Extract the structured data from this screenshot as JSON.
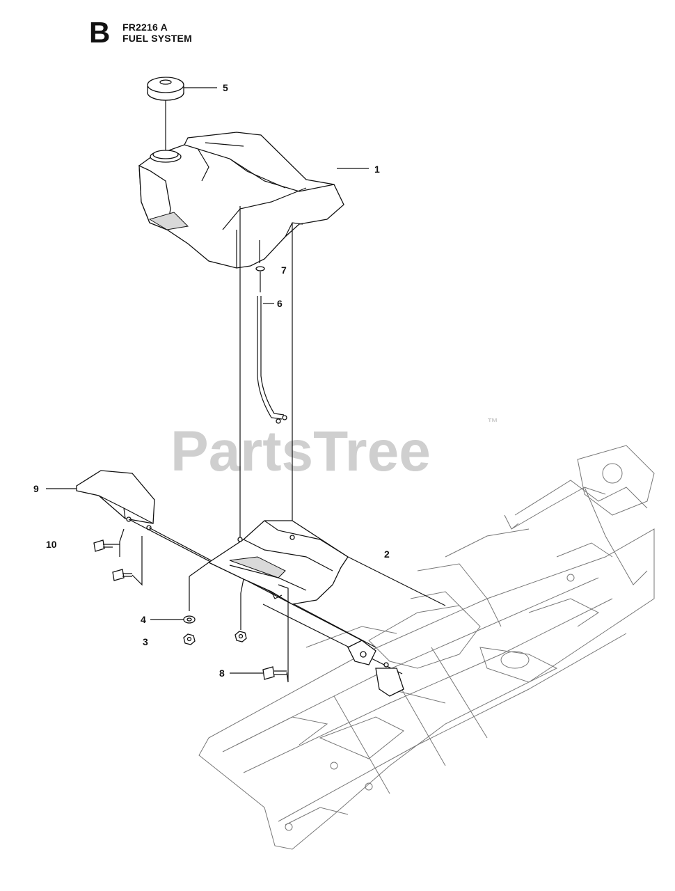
{
  "header": {
    "section_letter": "B",
    "model": "FR2216 A",
    "system": "FUEL SYSTEM"
  },
  "watermark": {
    "text": "PartsTree",
    "tm": "™"
  },
  "callouts": [
    {
      "id": "1",
      "label": "1"
    },
    {
      "id": "2",
      "label": "2"
    },
    {
      "id": "3",
      "label": "3"
    },
    {
      "id": "4",
      "label": "4"
    },
    {
      "id": "5",
      "label": "5"
    },
    {
      "id": "6",
      "label": "6"
    },
    {
      "id": "7",
      "label": "7"
    },
    {
      "id": "8",
      "label": "8"
    },
    {
      "id": "9",
      "label": "9"
    },
    {
      "id": "10",
      "label": "10"
    }
  ]
}
